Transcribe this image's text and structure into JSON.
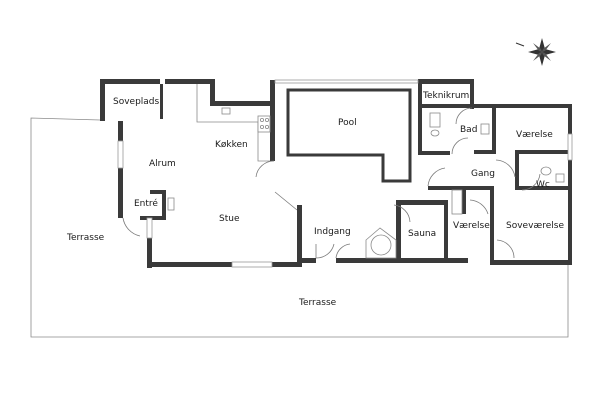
{
  "rooms": {
    "soveplads": "Soveplads",
    "alrum": "Alrum",
    "kokken": "Køkken",
    "entre": "Entré",
    "stue": "Stue",
    "terrasse_left": "Terrasse",
    "pool": "Pool",
    "teknikrum": "Teknikrum",
    "bad": "Bad",
    "vaerelse_top": "Værelse",
    "gang": "Gang",
    "wc": "Wc",
    "indgang": "Indgang",
    "sauna": "Sauna",
    "vaerelse_bottom": "Værelse",
    "sovevaerelse": "Soveværelse",
    "terrasse_bottom": "Terrasse"
  },
  "icons": {
    "compass": "compass-rose-icon"
  },
  "colors": {
    "wall": "#3a3a3a",
    "line": "#8a8a8a",
    "background": "#ffffff"
  }
}
